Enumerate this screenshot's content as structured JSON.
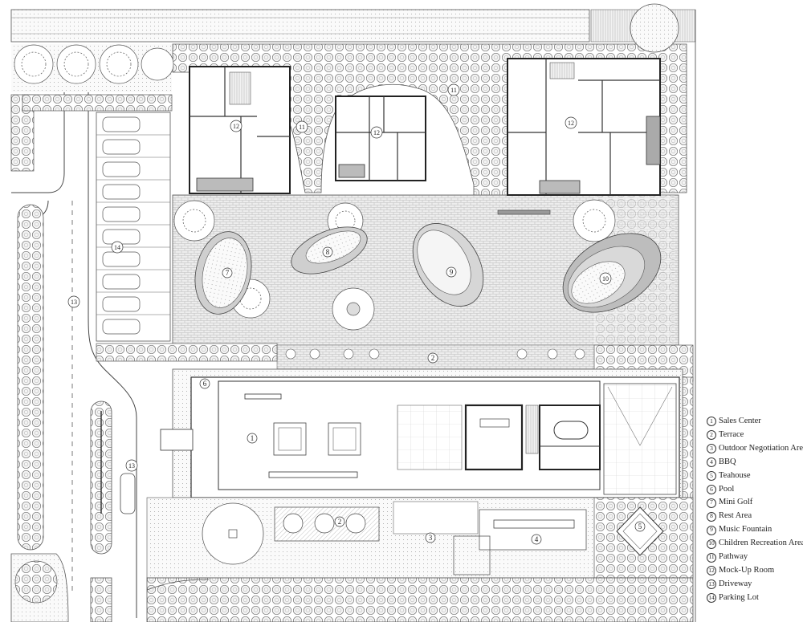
{
  "plan": {
    "callouts": [
      {
        "id": "sales-center",
        "num": "1"
      },
      {
        "id": "terrace-north",
        "num": "2"
      },
      {
        "id": "terrace-south",
        "num": "2"
      },
      {
        "id": "outdoor-negotiation",
        "num": "3"
      },
      {
        "id": "bbq",
        "num": "4"
      },
      {
        "id": "teahouse",
        "num": "5"
      },
      {
        "id": "pool",
        "num": "6"
      },
      {
        "id": "mini-golf",
        "num": "7"
      },
      {
        "id": "rest-area",
        "num": "8"
      },
      {
        "id": "music-fountain",
        "num": "9"
      },
      {
        "id": "children-recreation",
        "num": "10"
      },
      {
        "id": "pathway-left",
        "num": "11"
      },
      {
        "id": "pathway-right",
        "num": "11"
      },
      {
        "id": "mockup-left",
        "num": "12"
      },
      {
        "id": "mockup-center",
        "num": "12"
      },
      {
        "id": "mockup-right",
        "num": "12"
      },
      {
        "id": "driveway-upper",
        "num": "13"
      },
      {
        "id": "driveway-lower",
        "num": "13"
      },
      {
        "id": "parking-lot",
        "num": "14"
      }
    ]
  },
  "legend": {
    "items": [
      {
        "num": "1",
        "label": "Sales Center"
      },
      {
        "num": "2",
        "label": "Terrace"
      },
      {
        "num": "3",
        "label": "Outdoor Negotiation Area"
      },
      {
        "num": "4",
        "label": "BBQ"
      },
      {
        "num": "5",
        "label": "Teahouse"
      },
      {
        "num": "6",
        "label": "Pool"
      },
      {
        "num": "7",
        "label": "Mini Golf"
      },
      {
        "num": "8",
        "label": "Rest Area"
      },
      {
        "num": "9",
        "label": "Music Fountain"
      },
      {
        "num": "10",
        "label": "Children Recreation Area"
      },
      {
        "num": "11",
        "label": "Pathway"
      },
      {
        "num": "12",
        "label": "Mock-Up Room"
      },
      {
        "num": "13",
        "label": "Driveway"
      },
      {
        "num": "14",
        "label": "Parking Lot"
      }
    ]
  }
}
